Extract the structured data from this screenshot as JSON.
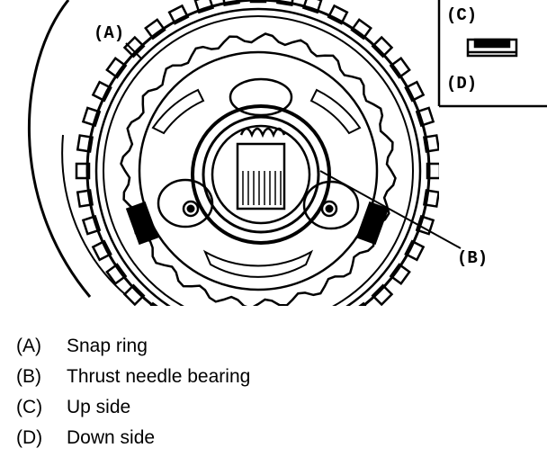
{
  "callouts": {
    "a": "(A)",
    "b": "(B)",
    "c": "(C)",
    "d": "(D)"
  },
  "legend": [
    {
      "key": "(A)",
      "text": "Snap ring"
    },
    {
      "key": "(B)",
      "text": "Thrust needle bearing"
    },
    {
      "key": "(C)",
      "text": "Up side"
    },
    {
      "key": "(D)",
      "text": "Down side"
    }
  ]
}
